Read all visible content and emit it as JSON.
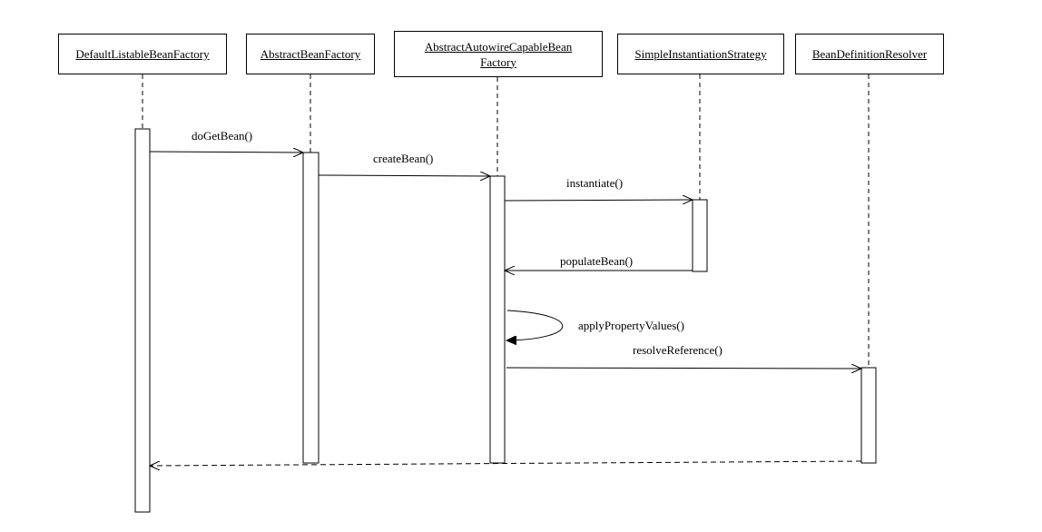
{
  "participants": [
    {
      "id": "dlbf",
      "label": "DefaultListableBeanFactory"
    },
    {
      "id": "abf",
      "label": "AbstractBeanFactory"
    },
    {
      "id": "aacbf",
      "label_line1": "AbstractAutowireCapableBean",
      "label_line2": "Factory"
    },
    {
      "id": "sis",
      "label": "SimpleInstantiationStrategy"
    },
    {
      "id": "bdr",
      "label": "BeanDefinitionResolver"
    }
  ],
  "messages": [
    {
      "label": "doGetBean()",
      "from": "DefaultListableBeanFactory",
      "to": "AbstractBeanFactory",
      "kind": "call"
    },
    {
      "label": "createBean()",
      "from": "AbstractBeanFactory",
      "to": "AbstractAutowireCapableBeanFactory",
      "kind": "call"
    },
    {
      "label": "instantiate()",
      "from": "AbstractAutowireCapableBeanFactory",
      "to": "SimpleInstantiationStrategy",
      "kind": "call"
    },
    {
      "label": "populateBean()",
      "from": "SimpleInstantiationStrategy",
      "to": "AbstractAutowireCapableBeanFactory",
      "kind": "call"
    },
    {
      "label": "applyPropertyValues()",
      "from": "AbstractAutowireCapableBeanFactory",
      "to": "AbstractAutowireCapableBeanFactory",
      "kind": "self"
    },
    {
      "label": "resolveReference()",
      "from": "AbstractAutowireCapableBeanFactory",
      "to": "BeanDefinitionResolver",
      "kind": "call"
    },
    {
      "label": "",
      "from": "BeanDefinitionResolver",
      "to": "DefaultListableBeanFactory",
      "kind": "return"
    }
  ]
}
